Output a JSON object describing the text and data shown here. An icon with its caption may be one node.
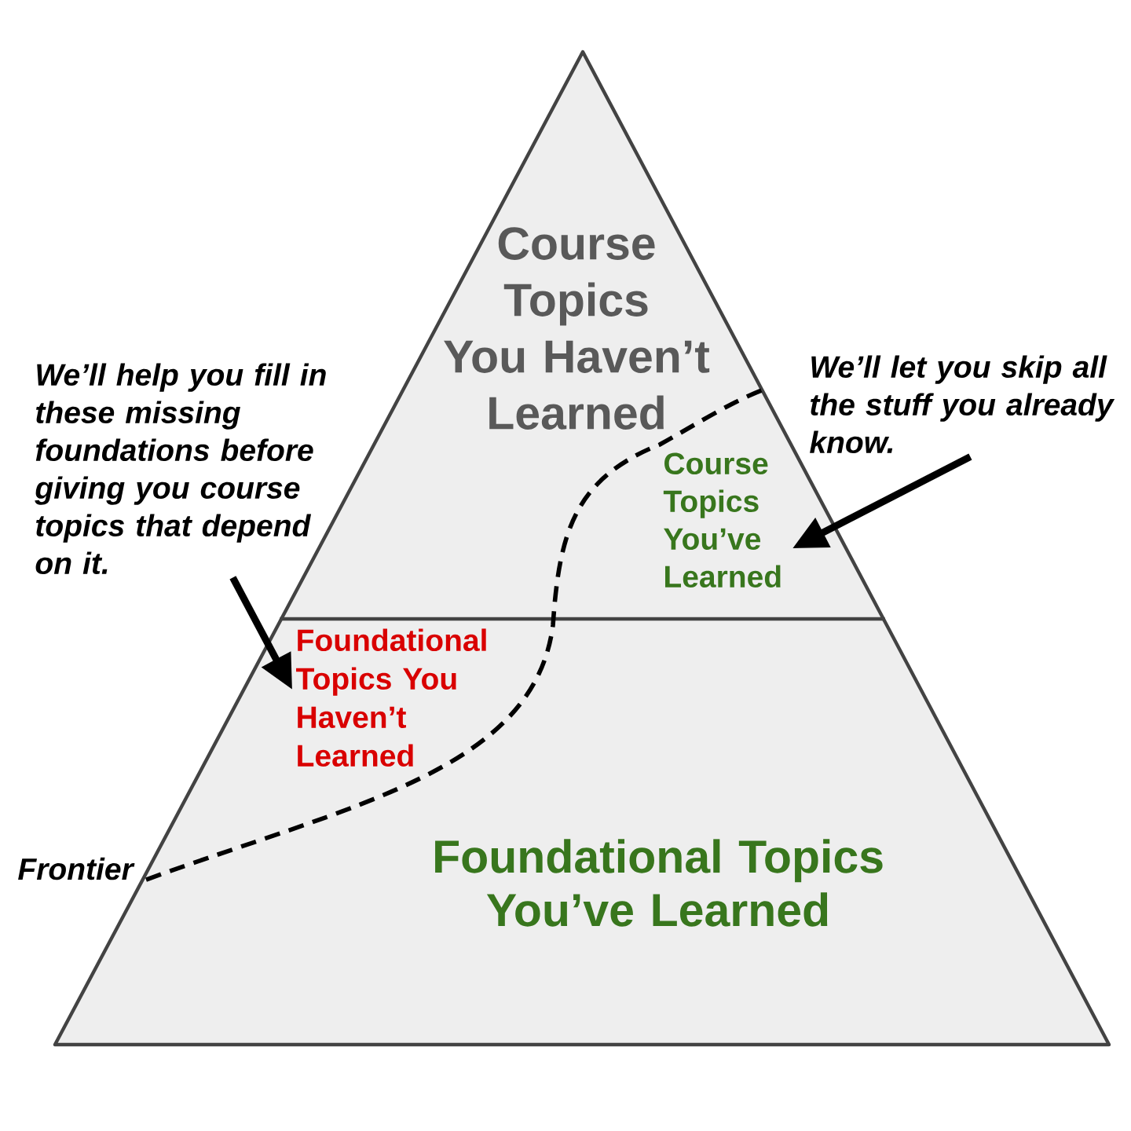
{
  "diagram": {
    "nodes": [
      {
        "text": [
          "Course Topics You Haven’t Learned"
        ]
      },
      {
        "text": [
          "Course Topics You’ve Learned"
        ],
        "in": 0
      },
      {
        "text": [
          "Foundational Topics You’ve Learned"
        ]
      },
      {
        "text": [
          "Foundational Topics You Haven’t Learned"
        ],
        "in": 2
      },
      {
        "text": [
          "We’ll help you fill in these missing foundations before giving you course topics that depend on it."
        ]
      },
      {
        "text": [
          "We’ll let you skip all the stuff you already know."
        ]
      }
    ],
    "edges": [
      {
        "from": 4,
        "to": 3,
        "arrow": "to"
      },
      {
        "from": 5,
        "to": 1,
        "arrow": "to"
      }
    ],
    "labels": [
      "Frontier"
    ]
  }
}
